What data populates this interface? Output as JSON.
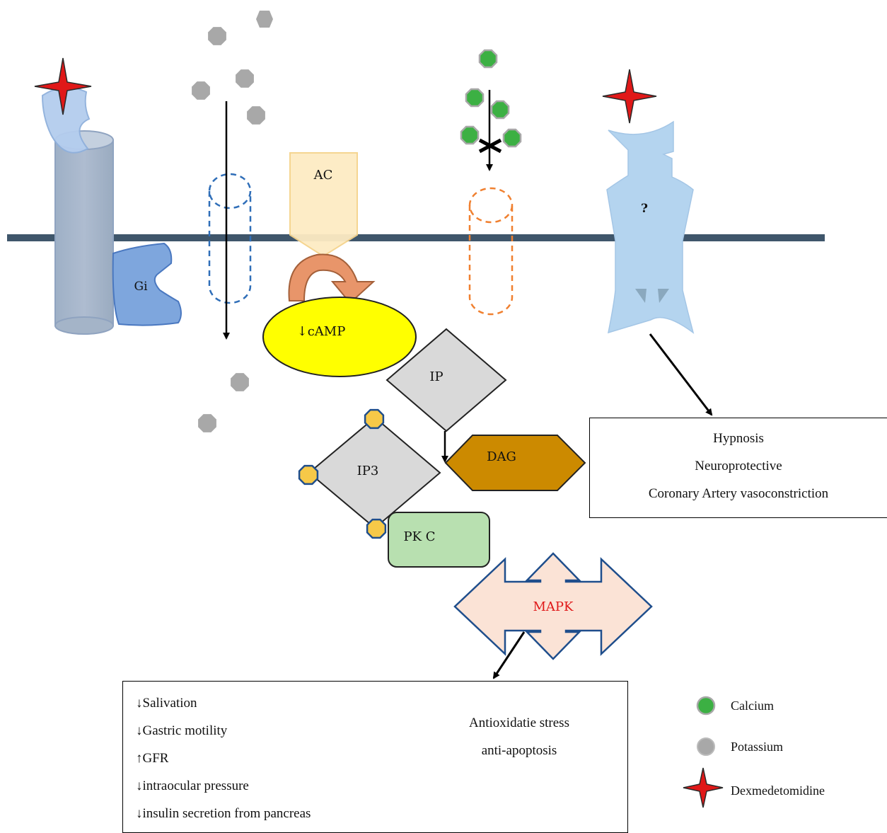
{
  "labels": {
    "gi": "Gi",
    "ac": "AC",
    "camp": "↓cAMP",
    "ip": "IP",
    "ip3": "IP3",
    "dag": "DAG",
    "pkc": "PK C",
    "mapk": "MAPK",
    "unknown_receptor": "?"
  },
  "effects": [
    "Hypnosis",
    "Neuroprotective",
    "Coronary Artery vasoconstriction"
  ],
  "outcomes": {
    "left": [
      "↓Salivation",
      "↓Gastric motility",
      "↑GFR",
      "↓intraocular pressure",
      "↓insulin secretion from pancreas"
    ],
    "right": [
      "Antioxidatie stress",
      "anti-apoptosis"
    ]
  },
  "legend": {
    "calcium": "Calcium",
    "potassium": "Potassium",
    "dexmedetomidine": "Dexmedetomidine"
  },
  "colors": {
    "membrane": "#3f566b",
    "calcium": "#3cb043",
    "potassium": "#a8a8a8",
    "dexmedetomidine": "#e01818",
    "camp": "#ffff00",
    "dag": "#cc8a00",
    "pkc": "#b8e0b0",
    "mapk_text": "#e01818",
    "mapk_fill": "#fbe3d6"
  }
}
